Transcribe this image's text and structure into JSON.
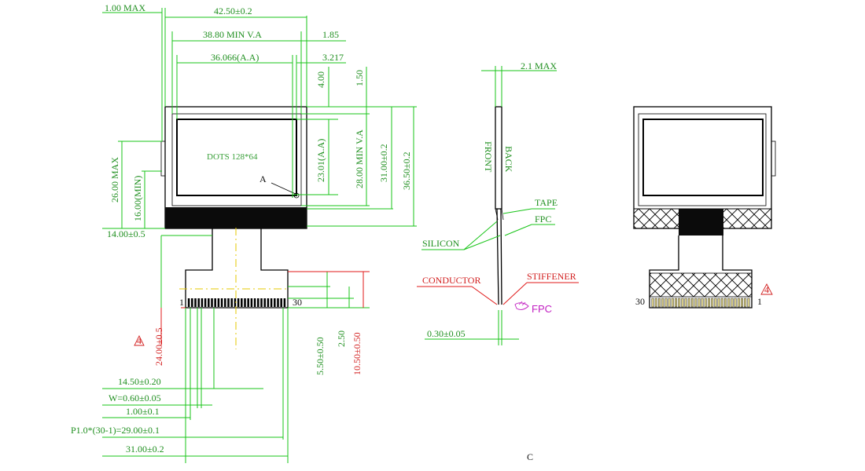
{
  "front_view": {
    "dims": {
      "one_max": "1.00 MAX",
      "outline_width": "42.50±0.2",
      "va_width": "38.80 MIN V.A",
      "aa_width": "36.066(A.A)",
      "right_offset_1": "1.85",
      "right_offset_2": "3.217",
      "top_offset_1": "4.00",
      "top_offset_2": "1.50",
      "aa_height": "23.01(A.A)",
      "va_height": "28.00 MIN V.A",
      "glass_height": "31.00±0.2",
      "total_height": "36.50±0.2",
      "left_height_max": "26.00 MAX",
      "left_height_min": "16.00(MIN)",
      "fpc_offset": "14.00±0.5",
      "fpc_length": "24.00±0.5",
      "tail_1": "5.50±0.50",
      "tail_2": "2.50",
      "tail_3": "10.50±0.50",
      "pin_center": "14.50±0.20",
      "pin_width": "W=0.60±0.05",
      "pin_edge": "1.00±0.1",
      "pitch": "P1.0*(30-1)=29.00±0.1",
      "fpc_width": "31.00±0.2"
    },
    "dots_label": "DOTS 128*64",
    "detail_marker": "A",
    "pin_first": "1",
    "pin_last": "30",
    "revision_mark": "4"
  },
  "side_view": {
    "dims": {
      "thickness": "2.1 MAX",
      "fpc_thickness": "0.30±0.05"
    },
    "labels": {
      "front": "FRONT",
      "back": "BACK",
      "tape": "TAPE",
      "fpc": "FPC",
      "silicon": "SILICON",
      "conductor": "CONDUCTOR",
      "stiffener": "STIFFENER",
      "fpc_callout": "FPC"
    }
  },
  "back_view": {
    "pin_first": "1",
    "pin_last": "30",
    "revision_mark": "4"
  },
  "footer_label": "C"
}
